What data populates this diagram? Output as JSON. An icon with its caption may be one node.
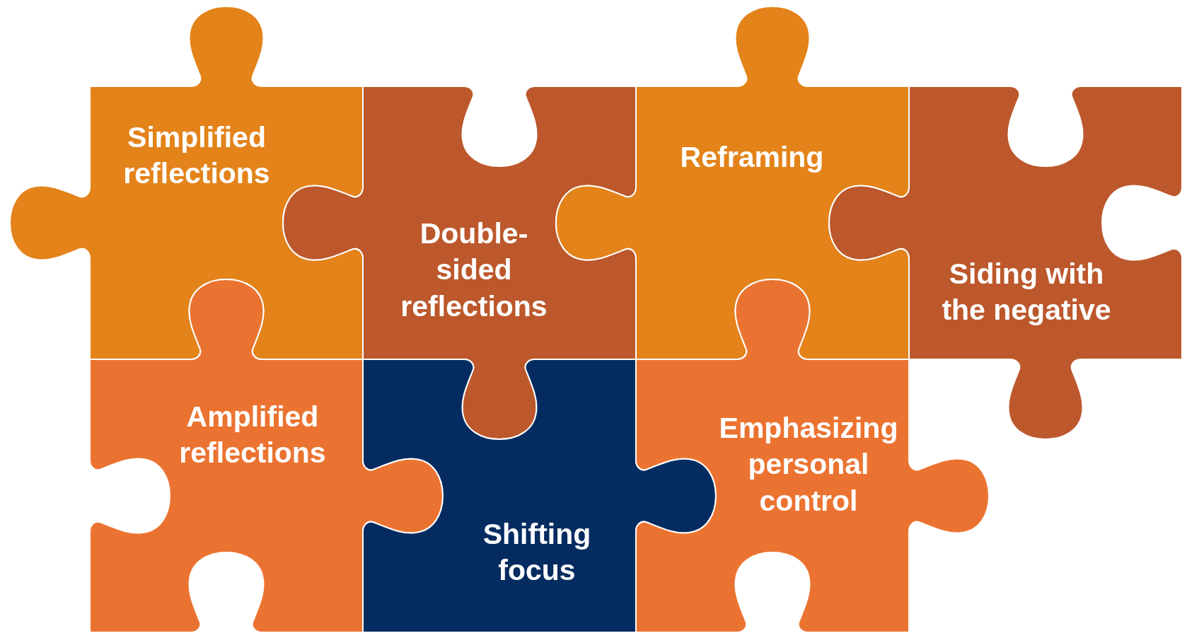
{
  "diagram": {
    "nodes": [
      {
        "text": [
          "Simplified reflections"
        ]
      },
      {
        "text": [
          "Double-sided reflections"
        ]
      },
      {
        "text": [
          "Reframing"
        ]
      },
      {
        "text": [
          "Siding with the negative"
        ]
      },
      {
        "text": [
          "Amplified reflections"
        ]
      },
      {
        "text": [
          "Shifting focus"
        ]
      },
      {
        "text": [
          "Emphasizing personal control"
        ]
      }
    ]
  }
}
